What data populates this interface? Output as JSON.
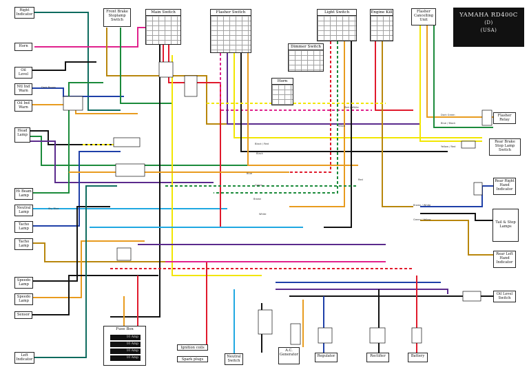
{
  "title": {
    "line1": "YAMAHA RD400C",
    "line2": "(D)",
    "line3": "(USA)"
  },
  "left_components": [
    {
      "id": "right-indicator",
      "label": "Right Indicator"
    },
    {
      "id": "horn-left",
      "label": "Horn"
    },
    {
      "id": "oil-level",
      "label": "Oil Level"
    },
    {
      "id": "neutral-warn",
      "label": "Ntl Ind Warn"
    },
    {
      "id": "oil-warn",
      "label": "Oil Ind Warn"
    },
    {
      "id": "head-lamp",
      "label": "Head Lamp"
    },
    {
      "id": "hi-beam-lamp",
      "label": "Hi Beam Lamp"
    },
    {
      "id": "neutral-lamp",
      "label": "Neutral Lamp"
    },
    {
      "id": "tacho-lamp-1",
      "label": "Tacho Lamp"
    },
    {
      "id": "tacho-lamp-2",
      "label": "Tacho Lamp"
    },
    {
      "id": "speedo-lamp-1",
      "label": "Speedo Lamp"
    },
    {
      "id": "speedo-lamp-2",
      "label": "Speedo Lamp"
    },
    {
      "id": "sensor",
      "label": "Sensor"
    },
    {
      "id": "left-indicator",
      "label": "Left Indicator"
    }
  ],
  "top_components": [
    {
      "id": "front-brake",
      "label": "Front Brake Stoplamp Switch"
    },
    {
      "id": "main-switch",
      "label": "Main Switch"
    },
    {
      "id": "flasher-switch",
      "label": "Flasher Switch"
    },
    {
      "id": "light-switch",
      "label": "Light Switch"
    },
    {
      "id": "engine-kill",
      "label": "Engine Kill"
    },
    {
      "id": "flasher-cancel",
      "label": "Flasher Cancelling Unit"
    },
    {
      "id": "dimmer-switch",
      "label": "Dimmer Switch"
    },
    {
      "id": "horn-switch",
      "label": "Horn"
    }
  ],
  "right_components": [
    {
      "id": "flasher-relay",
      "label": "Flasher Relay"
    },
    {
      "id": "rear-brake",
      "label": "Rear Brake Stop Lamp Switch"
    },
    {
      "id": "rear-right-ind",
      "label": "Rear Right Hand Indicator"
    },
    {
      "id": "tail-stop",
      "label": "Tail & Stop Lamps"
    },
    {
      "id": "rear-left-ind",
      "label": "Rear Left Hand Indicator"
    },
    {
      "id": "oil-level-switch",
      "label": "Oil Level Switch"
    }
  ],
  "bottom_components": [
    {
      "id": "fuse-box",
      "label": "Fuse Box"
    },
    {
      "id": "ignition-coils",
      "label": "Ignition coils"
    },
    {
      "id": "spark-plugs",
      "label": "Spark plugs"
    },
    {
      "id": "neutral-switch",
      "label": "Neutral Switch"
    },
    {
      "id": "ac-generator",
      "label": "A.C. Generator"
    },
    {
      "id": "regulator",
      "label": "Regulator"
    },
    {
      "id": "rectifier",
      "label": "Rectifier"
    },
    {
      "id": "battery",
      "label": "Battery"
    }
  ],
  "fuses": [
    "10 Amp",
    "10 Amp",
    "10 Amp",
    "10 Amp"
  ],
  "wire_labels": [
    "Dark Brown",
    "Black",
    "Brown",
    "Yellow",
    "Red / White",
    "Sky Blue",
    "Black / Red",
    "Green",
    "Red",
    "Blue",
    "White",
    "Dark Green",
    "Blue / Black",
    "Yellow / Red",
    "Brown / White",
    "Green / Yellow"
  ],
  "colors": {
    "red": "#e0192b",
    "blue": "#1e3fa8",
    "green": "#1a8a3a",
    "yellow": "#f2e600",
    "brown": "#b8860b",
    "black": "#111111",
    "skyblue": "#1ea7e1",
    "purple": "#5a2a8c",
    "magenta": "#e0208c",
    "orange": "#e89b1e",
    "dkgreen": "#0d6b5e"
  }
}
